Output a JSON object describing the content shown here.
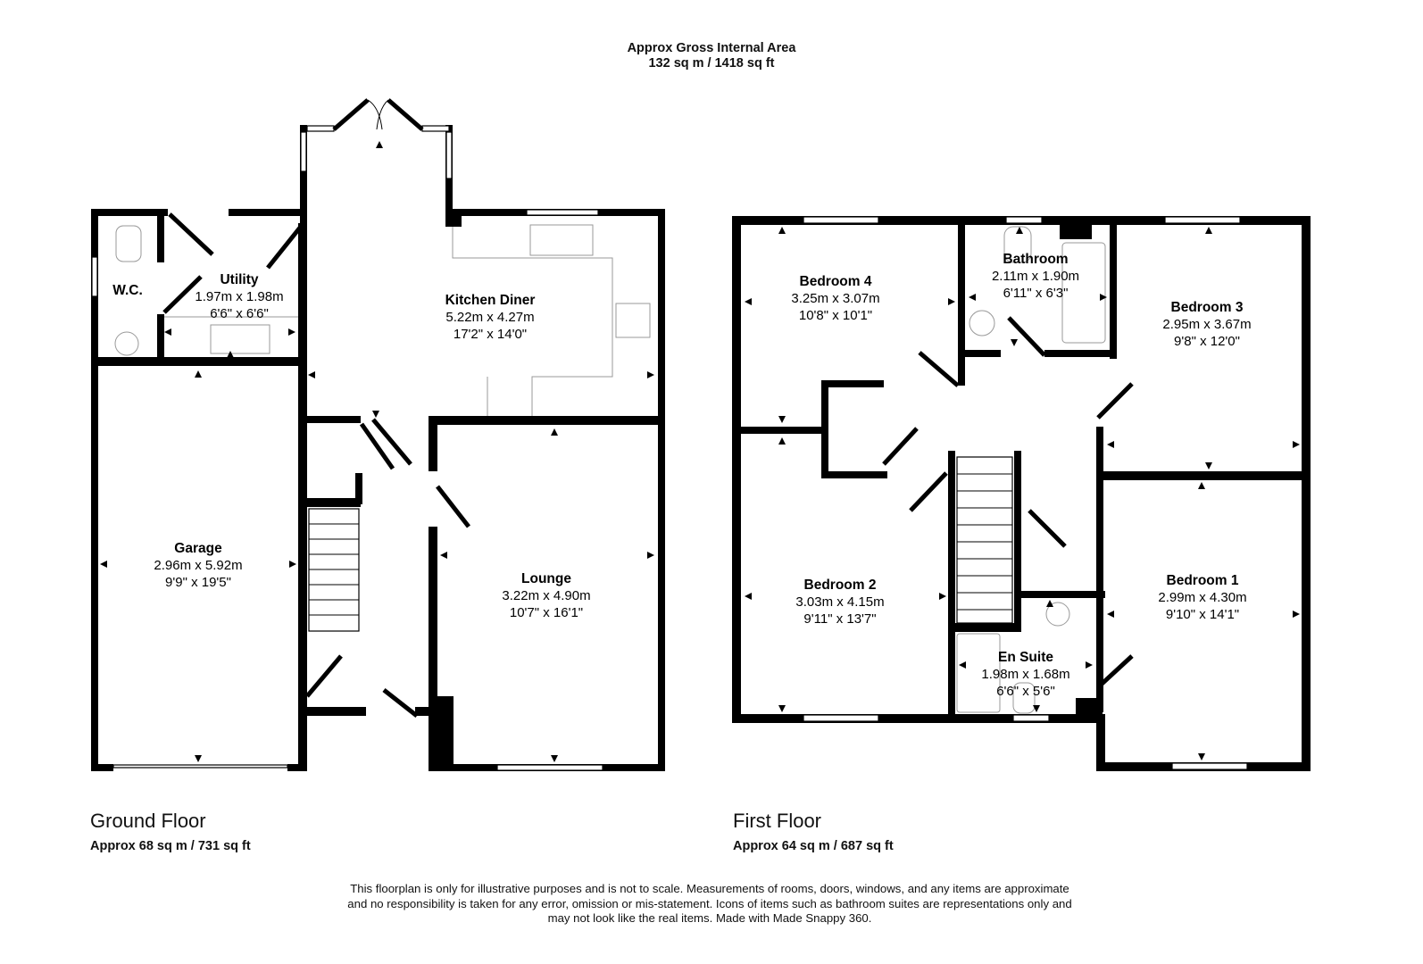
{
  "header": {
    "title_line1": "Approx Gross Internal Area",
    "title_line2": "132 sq m / 1418 sq ft"
  },
  "floors": [
    {
      "name": "Ground Floor",
      "area": "Approx 68 sq m / 731 sq ft",
      "rooms": [
        {
          "name": "W.C.",
          "metric": "",
          "imperial": ""
        },
        {
          "name": "Utility",
          "metric": "1.97m x 1.98m",
          "imperial": "6'6\" x 6'6\""
        },
        {
          "name": "Kitchen Diner",
          "metric": "5.22m x 4.27m",
          "imperial": "17'2\" x 14'0\""
        },
        {
          "name": "Garage",
          "metric": "2.96m x 5.92m",
          "imperial": "9'9\" x 19'5\""
        },
        {
          "name": "Lounge",
          "metric": "3.22m x 4.90m",
          "imperial": "10'7\" x 16'1\""
        }
      ]
    },
    {
      "name": "First Floor",
      "area": "Approx 64 sq m / 687 sq ft",
      "rooms": [
        {
          "name": "Bedroom 4",
          "metric": "3.25m x 3.07m",
          "imperial": "10'8\" x 10'1\""
        },
        {
          "name": "Bathroom",
          "metric": "2.11m x 1.90m",
          "imperial": "6'11\" x 6'3\""
        },
        {
          "name": "Bedroom 3",
          "metric": "2.95m x 3.67m",
          "imperial": "9'8\" x 12'0\""
        },
        {
          "name": "Bedroom 2",
          "metric": "3.03m x 4.15m",
          "imperial": "9'11\" x 13'7\""
        },
        {
          "name": "Bedroom 1",
          "metric": "2.99m x 4.30m",
          "imperial": "9'10\" x 14'1\""
        },
        {
          "name": "En Suite",
          "metric": "1.98m x 1.68m",
          "imperial": "6'6\" x 5'6\""
        }
      ]
    }
  ],
  "footer": {
    "disclaimer_line1": "This floorplan is only for illustrative purposes and is not to scale. Measurements of rooms, doors, windows, and any items are approximate",
    "disclaimer_line2": "and no responsibility is taken for any error, omission or mis-statement. Icons of items such as bathroom suites are representations only and",
    "disclaimer_line3": "may not look like the real items. Made with Made Snappy 360."
  },
  "colors": {
    "wall": "#000000",
    "fixture": "#999999",
    "background": "#ffffff"
  }
}
